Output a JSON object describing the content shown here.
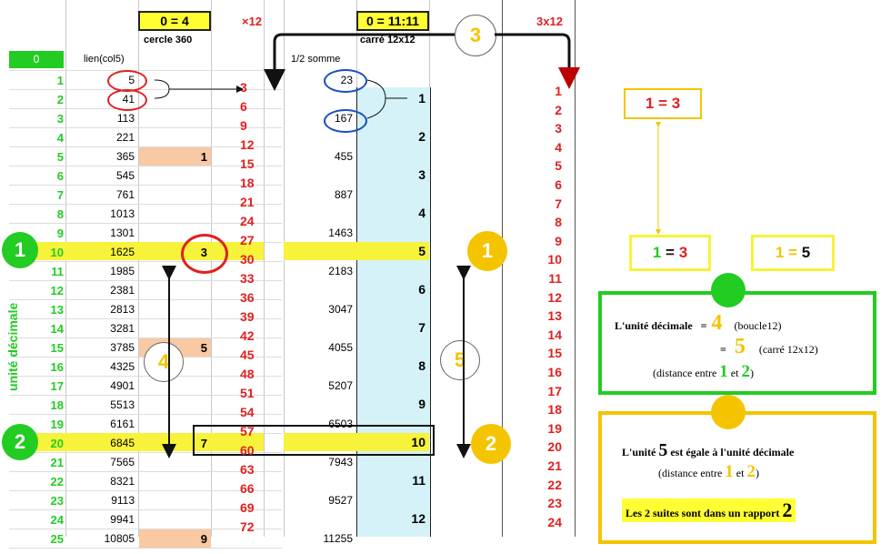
{
  "header": {
    "box1": "0 = 4",
    "x12": "×12",
    "sub1": "cercle 360",
    "box2": "0 = 11:11",
    "sub2": "carré 12x12",
    "x3_12": "3x12"
  },
  "columns": {
    "zero": "0",
    "lien": "lien(col5)",
    "somme": "1/2 somme"
  },
  "rows": [
    "1",
    "2",
    "3",
    "4",
    "5",
    "6",
    "7",
    "8",
    "9",
    "10",
    "11",
    "12",
    "13",
    "14",
    "15",
    "16",
    "17",
    "18",
    "19",
    "20",
    "21",
    "22",
    "23",
    "24",
    "25"
  ],
  "lien_values": [
    "5",
    "41",
    "113",
    "221",
    "365",
    "545",
    "761",
    "1013",
    "1301",
    "1625",
    "1985",
    "2381",
    "2813",
    "3281",
    "3785",
    "4325",
    "4901",
    "5513",
    "6161",
    "6845",
    "7565",
    "8321",
    "9113",
    "9941",
    "10805"
  ],
  "col3_marks": [
    {
      "row": 5,
      "val": "1"
    },
    {
      "row": 10,
      "val": "3"
    },
    {
      "row": 15,
      "val": "5"
    },
    {
      "row": 20,
      "val": "7"
    },
    {
      "row": 25,
      "val": "9"
    }
  ],
  "x3_series": [
    "3",
    "6",
    "9",
    "12",
    "15",
    "18",
    "21",
    "24",
    "27",
    "30",
    "33",
    "36",
    "39",
    "42",
    "45",
    "48",
    "51",
    "54",
    "57",
    "60",
    "63",
    "66",
    "69",
    "72"
  ],
  "somme_values": [
    {
      "row": 1,
      "val": "23"
    },
    {
      "row": 3,
      "val": "167"
    },
    {
      "row": 5,
      "val": "455"
    },
    {
      "row": 7,
      "val": "887"
    },
    {
      "row": 9,
      "val": "1463"
    },
    {
      "row": 11,
      "val": "2183"
    },
    {
      "row": 13,
      "val": "3047"
    },
    {
      "row": 15,
      "val": "4055"
    },
    {
      "row": 17,
      "val": "5207"
    },
    {
      "row": 19,
      "val": "6503"
    },
    {
      "row": 21,
      "val": "7943"
    },
    {
      "row": 23,
      "val": "9527"
    },
    {
      "row": 25,
      "val": "11255"
    }
  ],
  "blue_series": [
    "1",
    "2",
    "3",
    "4",
    "5",
    "6",
    "7",
    "8",
    "9",
    "10",
    "11",
    "12"
  ],
  "right_series": [
    "1",
    "2",
    "3",
    "4",
    "5",
    "6",
    "7",
    "8",
    "9",
    "10",
    "11",
    "12",
    "13",
    "14",
    "15",
    "16",
    "17",
    "18",
    "19",
    "20",
    "21",
    "22",
    "23",
    "24"
  ],
  "vertical_label": "unité décimale",
  "markers": {
    "g1": "1",
    "g2": "2",
    "o1": "1",
    "o2": "2",
    "c3": "3",
    "c4": "4",
    "c5": "5"
  },
  "panel": {
    "top_box": {
      "a": "1",
      "eq": " = ",
      "b": "3"
    },
    "box_l": {
      "a": "1",
      "eq": " = ",
      "b": "3"
    },
    "box_r": {
      "a": "1",
      "eq": " = ",
      "b": "5"
    },
    "green": {
      "line1_pre": "L'unité décimale",
      "line1_eq": "=",
      "line1_num": "4",
      "line1_note": "(boucle12)",
      "line2_eq": "=",
      "line2_num": "5",
      "line2_note": "(carré 12x12)",
      "line3_pre": "(distance entre",
      "line3_a": "1",
      "line3_mid": "et",
      "line3_b": "2",
      "line3_post": ")"
    },
    "yellow": {
      "line1_pre": "L'unité",
      "line1_num": "5",
      "line1_post": "est égale à  l'unité décimale",
      "line2_pre": "(distance entre",
      "line2_a": "1",
      "line2_mid": "et",
      "line2_b": "2",
      "line2_post": ")",
      "line3_text": "Les 2 suites sont dans un rapport",
      "line3_num": "2"
    }
  },
  "colors": {
    "green": "#22cc22",
    "red": "#e02020",
    "orange": "#f5c400",
    "yellow_band": "#f7f23a",
    "peach": "#f9c9a3",
    "light_blue": "#d4f2f8",
    "blue_ring": "#1a4fbf"
  }
}
